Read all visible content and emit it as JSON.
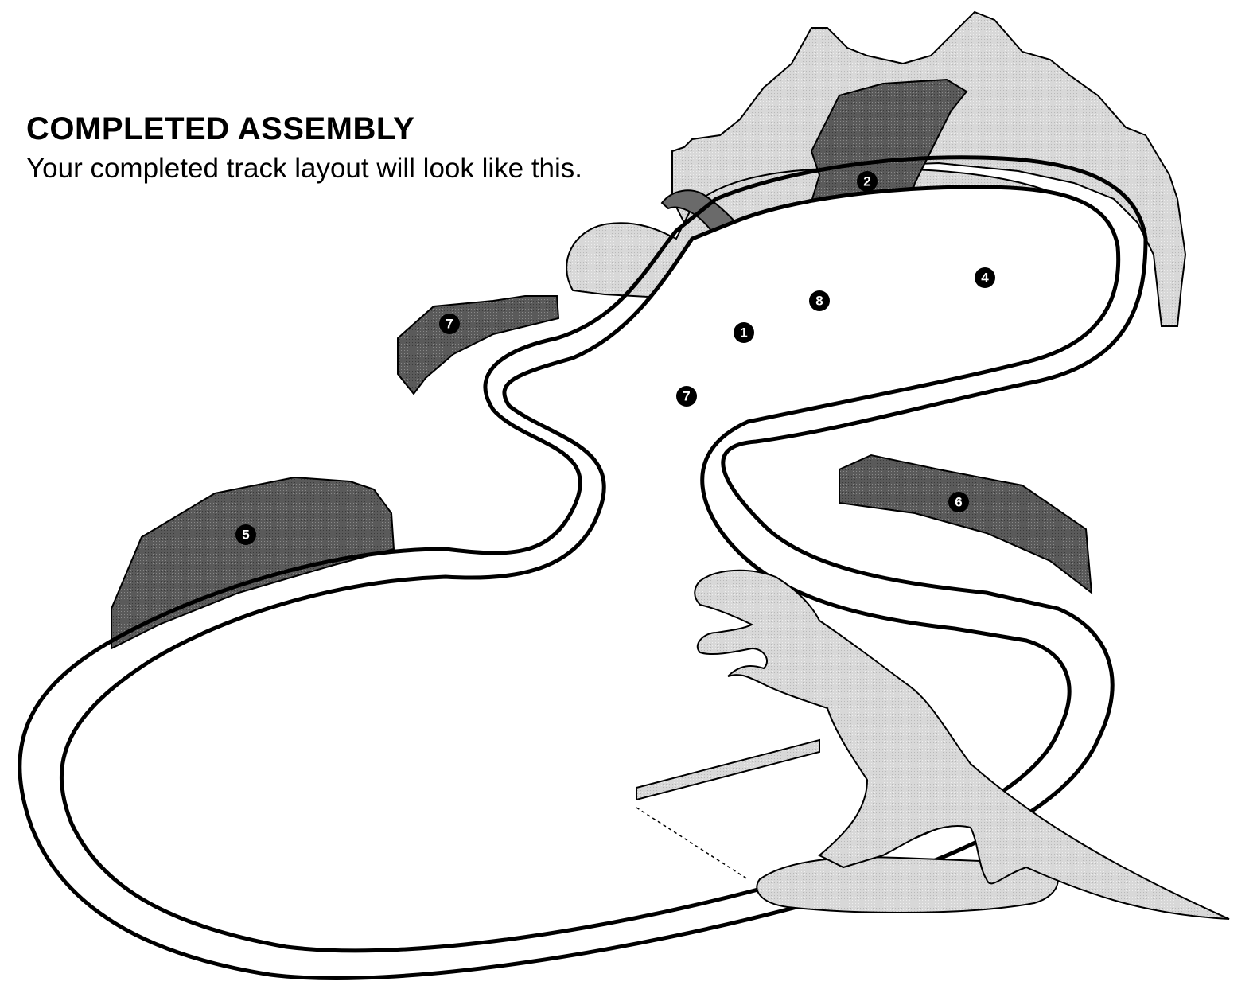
{
  "header": {
    "title": "COMPLETED ASSEMBLY",
    "subtitle": "Your completed track layout will look like this."
  },
  "callouts": {
    "mountain_backdrop": "2",
    "cave_scenery": "4",
    "rock_base": "1",
    "brachiosaurus": "8",
    "left_rock_wall": "5",
    "right_rock_wall": "6",
    "upper_guardrail": "7",
    "middle_guardrail": "7"
  },
  "colors": {
    "track": "#ffffff",
    "outline": "#000000",
    "dark_scenery": "#595959",
    "light_scenery": "#d6d6d6",
    "trex": "#c9c9c9"
  }
}
